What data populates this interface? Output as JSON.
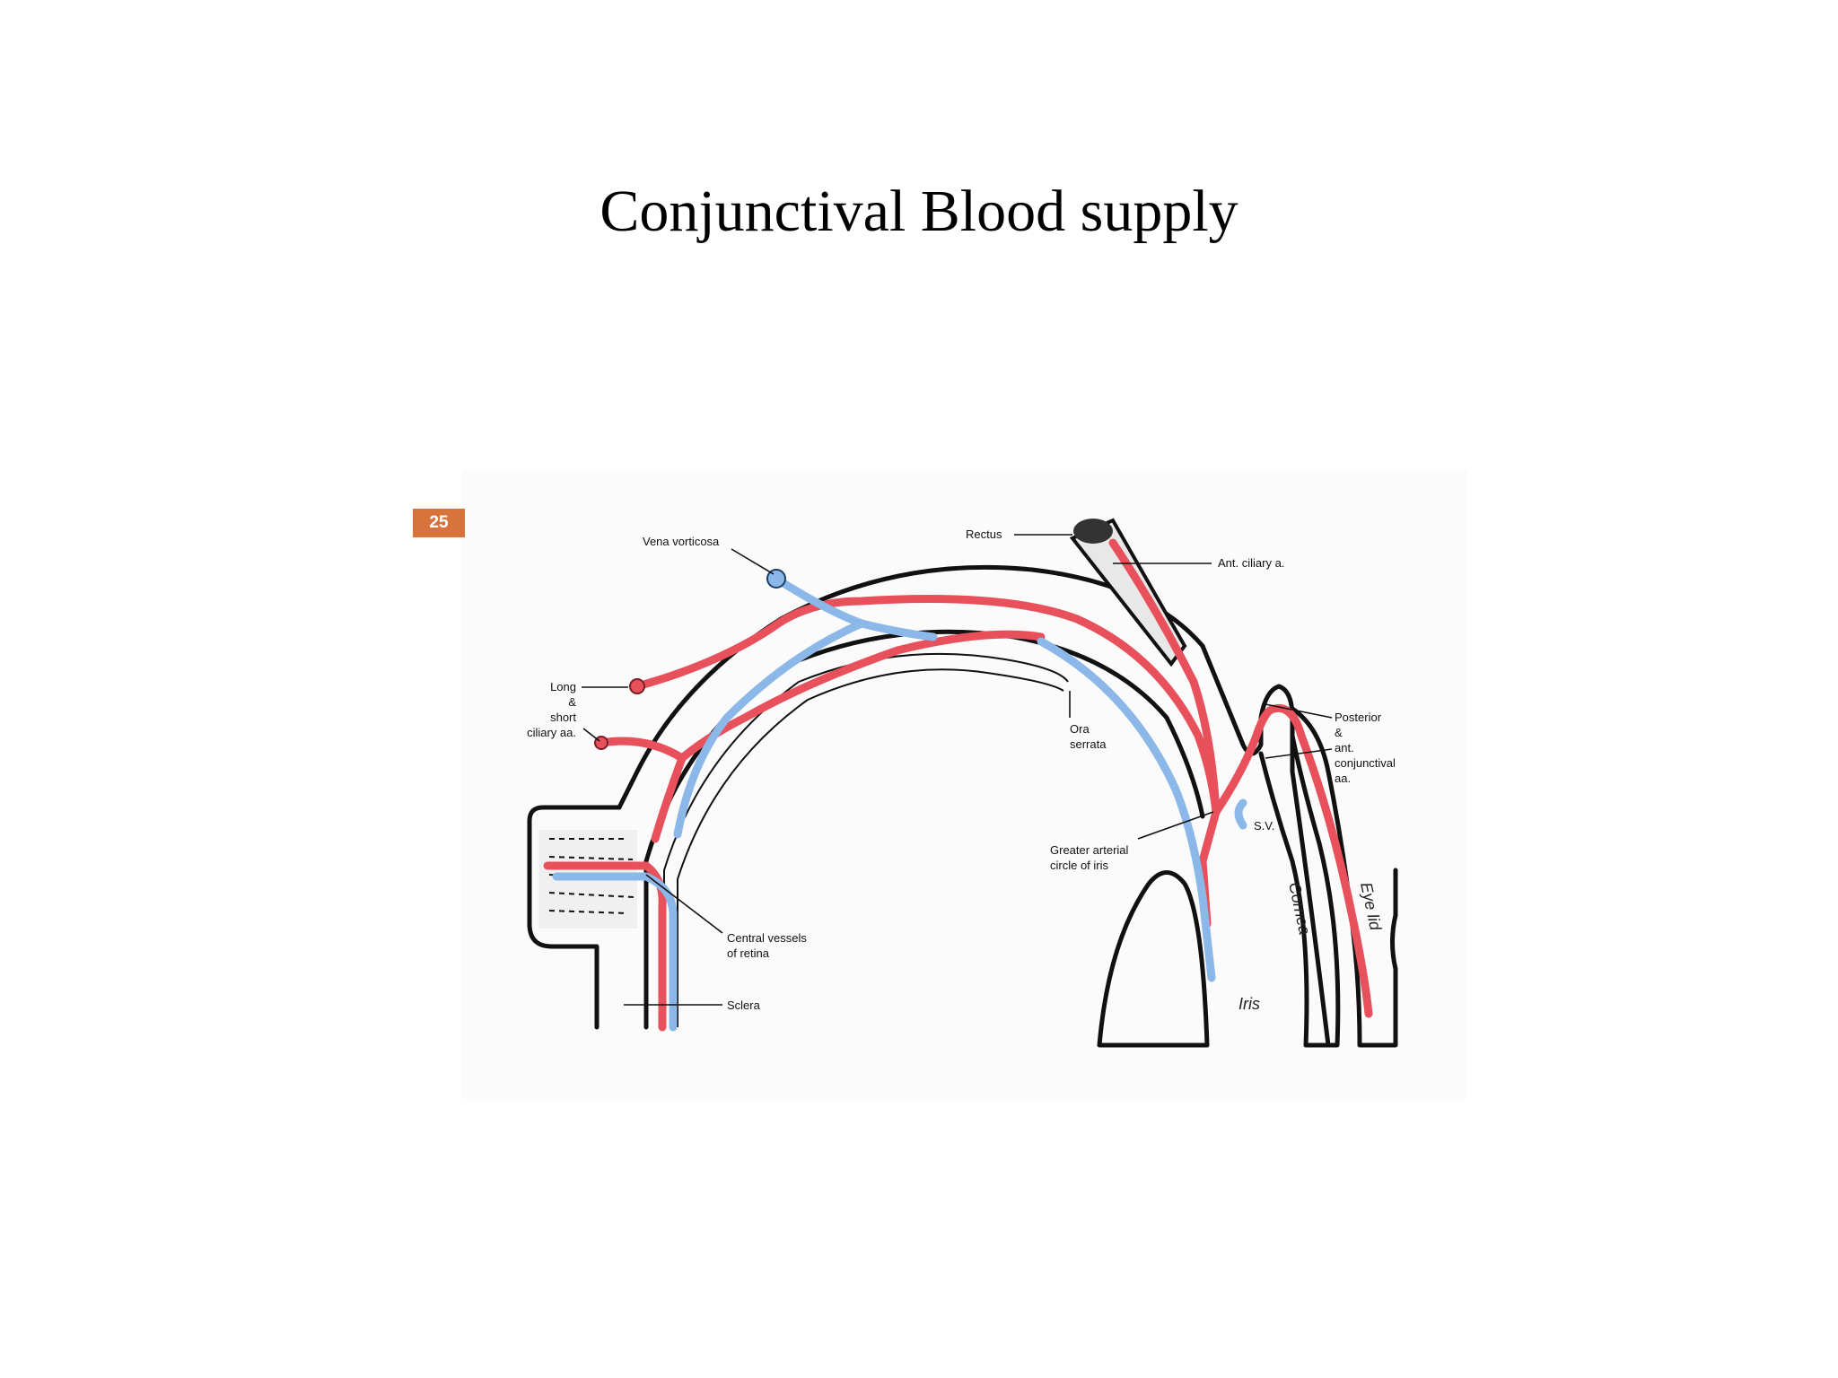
{
  "title": "Conjunctival Blood supply",
  "figure": {
    "page_number": "25",
    "labels": {
      "vena_vorticosa": "Vena vorticosa",
      "rectus": "Rectus",
      "ant_ciliary": "Ant. ciliary a.",
      "long_short_ciliary": [
        "Long",
        "&",
        "short",
        "ciliary aa."
      ],
      "ora_serrata": [
        "Ora",
        "serrata"
      ],
      "post_ant_conjunctival": [
        "Posterior",
        "&",
        "ant.",
        "conjunctival",
        "aa."
      ],
      "greater_arterial_circle": [
        "Greater arterial",
        "circle of iris"
      ],
      "sv": "S.V.",
      "central_vessels": [
        "Central vessels",
        "of retina"
      ],
      "sclera": "Sclera",
      "cornea": "Cornea",
      "eye_lid": "Eye lid",
      "iris": "Iris"
    },
    "colors": {
      "artery": "#e8505b",
      "vein": "#8bb8e8",
      "badge": "#d9733c"
    }
  }
}
